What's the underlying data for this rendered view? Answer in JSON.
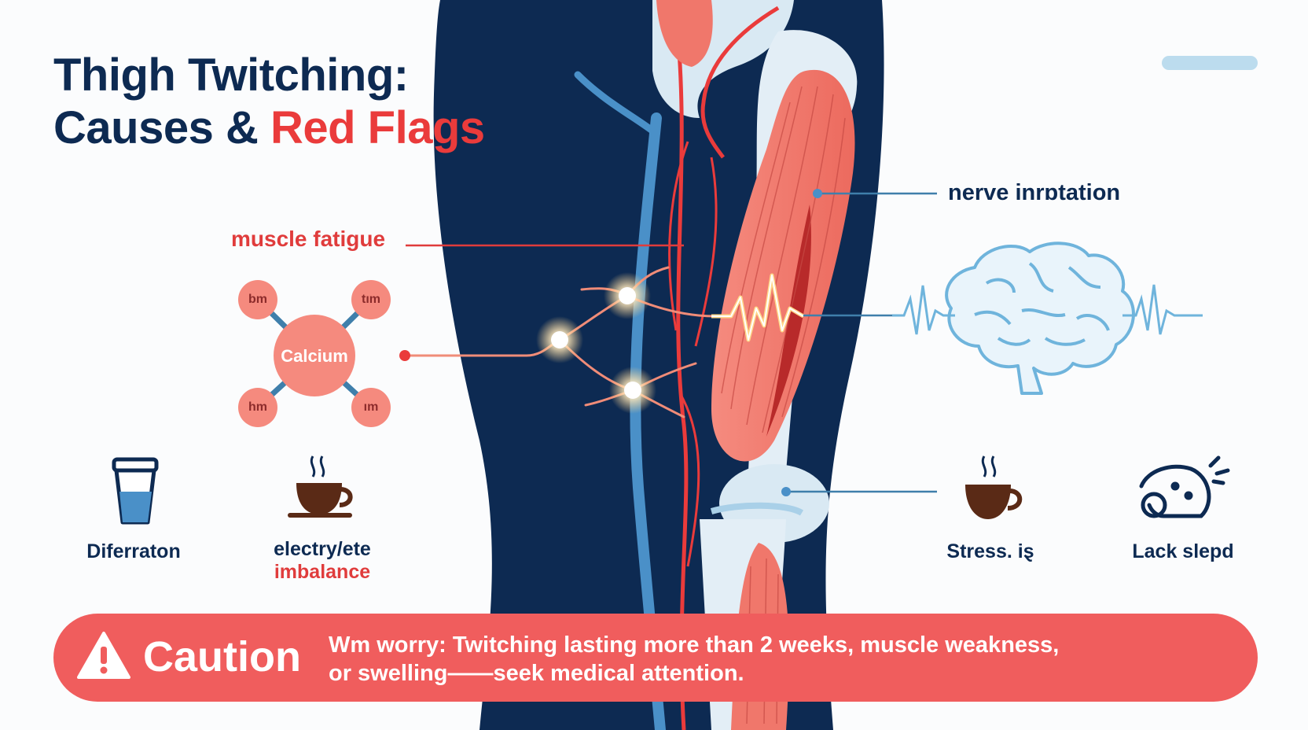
{
  "title": {
    "line1": "Thigh Twitching:",
    "line2_lead": "Causes & ",
    "line2_accent": "Red Flags"
  },
  "colors": {
    "navy": "#0d2a52",
    "red": "#ea3b3b",
    "muscle": "#f0776b",
    "bone": "#d9e9f3",
    "nerve_blue": "#4a90c8",
    "caution_bg": "#f05d5d",
    "brain_blue": "#6fb4dc"
  },
  "labels": {
    "muscle_fatigue": "muscle fatigue",
    "nerve_irritation": "nerve inrɒtation",
    "calcium": "Calcium",
    "nodes": [
      "bm",
      "tım",
      "hm",
      "ım"
    ]
  },
  "causes": {
    "dehydration": {
      "label": "Diferraton",
      "icon": "cup-icon"
    },
    "electrolyte": {
      "label_line1": "electry/ete",
      "label_line2": "imbalance",
      "icon": "coffee-icon"
    },
    "stress": {
      "label": "Stress. iȿ",
      "icon": "coffee-icon"
    },
    "sleep": {
      "label": "Lack slepd",
      "icon": "sleep-icon"
    }
  },
  "caution": {
    "title": "Caution",
    "line1": "Wm worry: Twitching lasting more than 2 weeks, muscle weakness,",
    "line2": "or swelling——seek medical attention.",
    "icon": "warning-icon"
  }
}
